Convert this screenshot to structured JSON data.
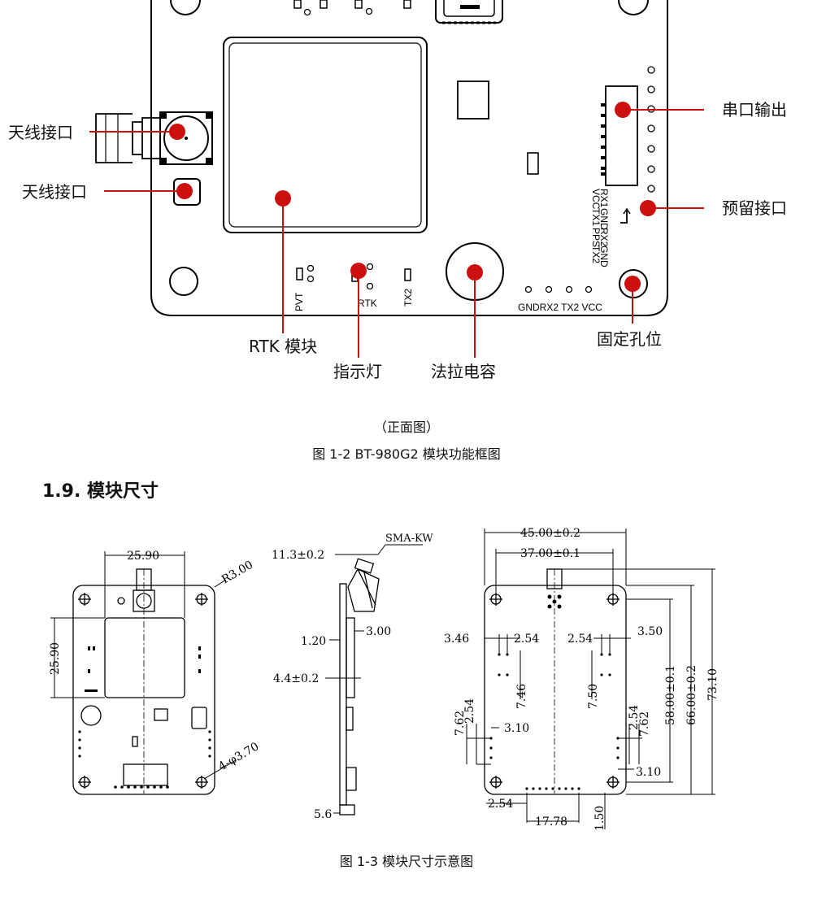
{
  "top_figure": {
    "labels": {
      "antenna_1": "天线接口",
      "antenna_2": "天线接口",
      "rtk_module": "RTK 模块",
      "indicator": "指示灯",
      "farad_cap": "法拉电容",
      "mount_hole": "固定孔位",
      "serial_out": "串口输出",
      "reserved": "预留接口"
    },
    "silk": {
      "pvt": "PVT",
      "rtk": "RTK",
      "tx2": "TX2",
      "bottom_pins": "GNDRX2 TX2 VCC",
      "vertical_pins": [
        "VCC",
        "RX1",
        "TX1",
        "GND",
        "PPS",
        "RX2",
        "TX2",
        "GND"
      ]
    },
    "view_caption": "（正面图）",
    "caption": "图 1-2 BT-980G2 模块功能框图"
  },
  "section_heading": "1.9. 模块尺寸",
  "dims_figure": {
    "left": {
      "width_top": "25.90",
      "height_left": "25.90",
      "corner_radius": "R3.00",
      "holes": "4-φ3.70"
    },
    "side": {
      "connector": "SMA-KW",
      "conn_offset": "11.3±0.2",
      "d1": "1.20",
      "d2": "3.00",
      "d3": "4.4±0.2",
      "d4": "5.6"
    },
    "right": {
      "w_outer": "45.00±0.2",
      "w_holes": "37.00±0.1",
      "t_346": "3.46",
      "t_254a": "2.54",
      "t_254b": "2.54",
      "t_350": "3.50",
      "v_746": "7.46",
      "v_750": "7.50",
      "l_762": "7.62",
      "l_254": "2.54",
      "l_310": "3.10",
      "r_254": "2.54",
      "r_762": "7.62",
      "r_310": "3.10",
      "b_254": "2.54",
      "b_1778": "17.78",
      "b_150": "1.50",
      "h_58": "58.00±0.1",
      "h_66": "66.00±0.2",
      "h_73": "73.10"
    },
    "caption": "图 1-3 模块尺寸示意图"
  }
}
